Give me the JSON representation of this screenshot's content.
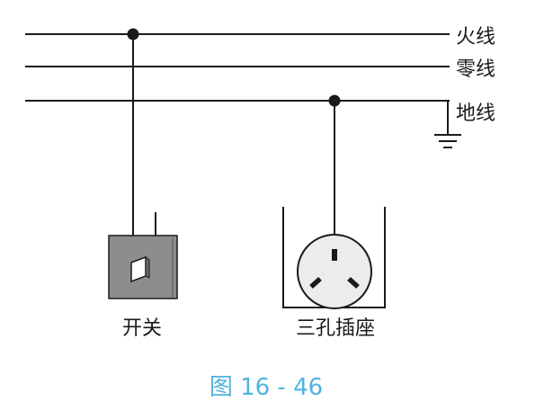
{
  "labels": {
    "live_wire": "火线",
    "neutral_wire": "零线",
    "ground_wire": "地线",
    "switch": "开关",
    "socket": "三孔插座"
  },
  "caption": "图 16 - 46",
  "colors": {
    "line": "#1a1a1a",
    "caption": "#4fb3e0",
    "switch_body": "#8d8d8d",
    "switch_lever": "#ffffff"
  }
}
